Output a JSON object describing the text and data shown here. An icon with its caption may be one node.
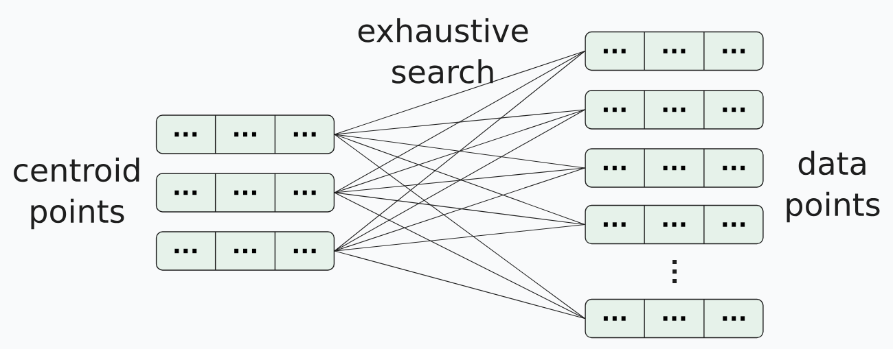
{
  "diagram": {
    "nodes": [
      {
        "text": [
          "...",
          "...",
          "..."
        ]
      },
      {
        "text": [
          "...",
          "...",
          "..."
        ]
      },
      {
        "text": [
          "...",
          "...",
          "..."
        ]
      },
      {
        "text": [
          "...",
          "...",
          "..."
        ]
      },
      {
        "text": [
          "...",
          "...",
          "..."
        ]
      },
      {
        "text": [
          "...",
          "...",
          "..."
        ]
      },
      {
        "text": [
          "...",
          "...",
          "..."
        ]
      },
      {
        "text": [
          "...",
          "...",
          "..."
        ]
      }
    ],
    "edges": [
      {
        "from": 0,
        "to": 3,
        "arrow": "none"
      },
      {
        "from": 0,
        "to": 4,
        "arrow": "none"
      },
      {
        "from": 0,
        "to": 5,
        "arrow": "none"
      },
      {
        "from": 0,
        "to": 6,
        "arrow": "none"
      },
      {
        "from": 0,
        "to": 7,
        "arrow": "none"
      },
      {
        "from": 1,
        "to": 3,
        "arrow": "none"
      },
      {
        "from": 1,
        "to": 4,
        "arrow": "none"
      },
      {
        "from": 1,
        "to": 5,
        "arrow": "none"
      },
      {
        "from": 1,
        "to": 6,
        "arrow": "none"
      },
      {
        "from": 1,
        "to": 7,
        "arrow": "none"
      },
      {
        "from": 2,
        "to": 3,
        "arrow": "none"
      },
      {
        "from": 2,
        "to": 4,
        "arrow": "none"
      },
      {
        "from": 2,
        "to": 5,
        "arrow": "none"
      },
      {
        "from": 2,
        "to": 6,
        "arrow": "none"
      },
      {
        "from": 2,
        "to": 7,
        "arrow": "none"
      }
    ],
    "labels": [
      "exhaustive search",
      "centroid points",
      "data points"
    ]
  }
}
